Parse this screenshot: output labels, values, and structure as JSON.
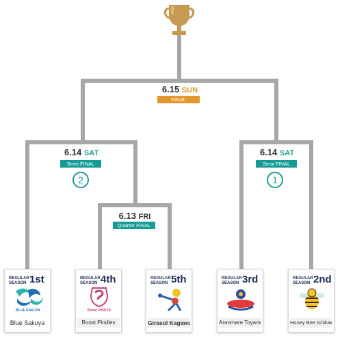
{
  "final": {
    "date": "6.15",
    "dow": "SUN",
    "label": "FINAL"
  },
  "semi_left": {
    "date": "6.14",
    "dow": "SAT",
    "label": "Semi FINAL",
    "game_number": "2"
  },
  "semi_right": {
    "date": "6.14",
    "dow": "SAT",
    "label": "Semi FINAL",
    "game_number": "1"
  },
  "quarter": {
    "date": "6.13",
    "dow": "FRI",
    "label": "Quarter FINAL"
  },
  "teams": [
    {
      "season_line1": "REGULAR",
      "season_line2": "SEASON",
      "rank": "1st",
      "name": "Blue Sakuya",
      "logo_text": "BLUE SAKUYA"
    },
    {
      "season_line1": "REGULAR",
      "season_line2": "SEASON",
      "rank": "4th",
      "name": "Boost Pindies",
      "logo_text": "Boost PINDYS"
    },
    {
      "season_line1": "REGULAR",
      "season_line2": "SEASON",
      "rank": "5th",
      "name": "Girasol Kagawa"
    },
    {
      "season_line1": "REGULAR",
      "season_line2": "SEASON",
      "rank": "3rd",
      "name": "Aranmare Toyama"
    },
    {
      "season_line1": "REGULAR",
      "season_line2": "SEASON",
      "rank": "2nd",
      "name": "Honey Bee Ishikawa"
    }
  ],
  "colors": {
    "line": "#a7a7a7",
    "accent_orange": "#e2982c",
    "accent_teal": "#169c96",
    "trophy": "#c69a52"
  },
  "trophy_icon": "trophy-icon"
}
